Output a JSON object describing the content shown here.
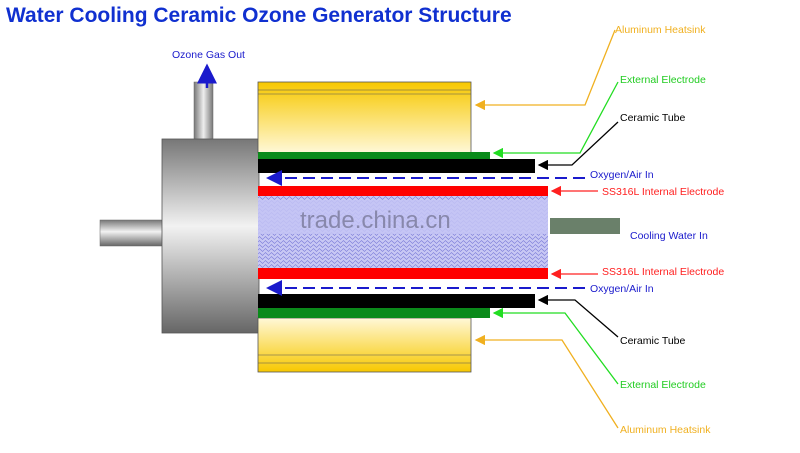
{
  "title": "Water Cooling Ceramic Ozone Generator Structure",
  "labels": {
    "ozone_gas_out": "Ozone Gas Out",
    "heatsink_top": "Aluminum Heatsink",
    "electrode_top": "External Electrode",
    "ceramic_top": "Ceramic Tube",
    "oxygen_top": "Oxygen/Air In",
    "internal_top": "SS316L Internal Electrode",
    "cooling_water": "Cooling Water In",
    "internal_bottom": "SS316L Internal Electrode",
    "oxygen_bottom": "Oxygen/Air In",
    "ceramic_bottom": "Ceramic Tube",
    "electrode_bottom": "External Electrode",
    "heatsink_bottom": "Aluminum Heatsink"
  },
  "watermark": "trade.china.cn",
  "colors": {
    "title": "#1030d0",
    "heatsink": "#f5c400",
    "electrode": "#0a8a1a",
    "ceramic": "#000000",
    "internal": "#ff0000",
    "air": "#1a1acc",
    "water": "#b8b8f0"
  }
}
